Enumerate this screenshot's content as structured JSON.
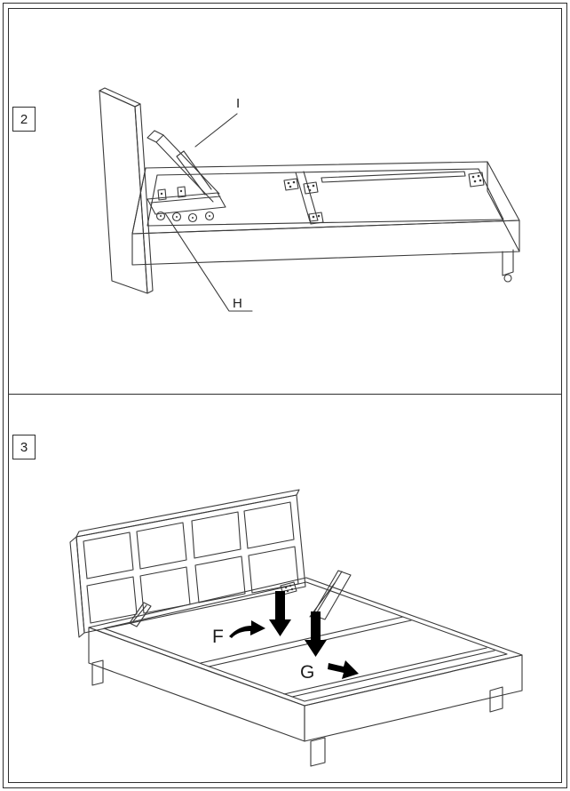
{
  "step2": {
    "number": "2",
    "label_i": "I",
    "label_h": "H"
  },
  "step3": {
    "number": "3",
    "label_f": "F",
    "label_g": "G"
  },
  "colors": {
    "line": "#3a3a3a",
    "arrow": "#000000",
    "paper": "#ffffff"
  }
}
